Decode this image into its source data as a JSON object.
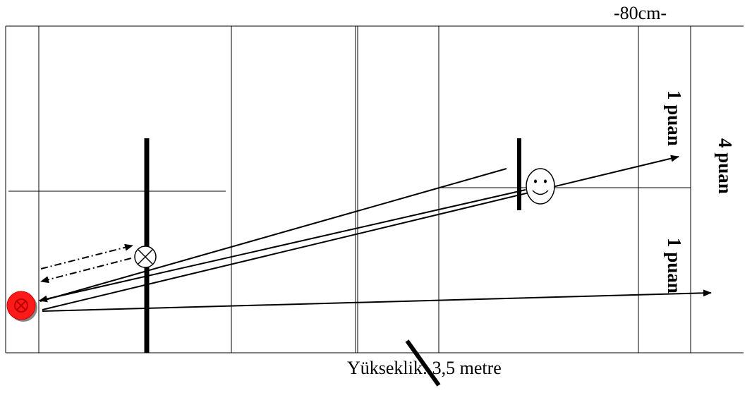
{
  "labels": {
    "width": "-80cm-",
    "height": "Yükseklik: 3,5 metre",
    "zone_upper": "1 puan",
    "zone_far": "4 puan",
    "zone_lower": "1 puan"
  },
  "icons": {
    "start_marker": "red-x-circle-icon",
    "mid_marker": "x-circle-icon",
    "target": "smiley-face-icon"
  },
  "colors": {
    "start_marker": "#ff0000",
    "lines": "#000000"
  }
}
